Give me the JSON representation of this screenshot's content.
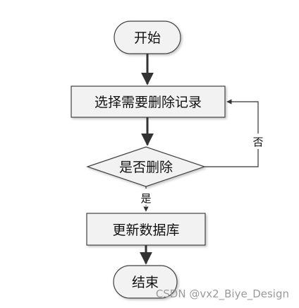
{
  "diagram": {
    "nodes": {
      "start": {
        "label": "开始",
        "shape": "terminal"
      },
      "select": {
        "label": "选择需要删除记录",
        "shape": "process"
      },
      "decision": {
        "label": "是否删除",
        "shape": "decision"
      },
      "update": {
        "label": "更新数据库",
        "shape": "process"
      },
      "end": {
        "label": "结束",
        "shape": "terminal"
      }
    },
    "edges": {
      "yes_label": "是",
      "no_label": "否"
    },
    "colors": {
      "node_fill": "#f2f2f2",
      "node_stroke": "#404040",
      "arrow": "#333333",
      "line": "#333333"
    }
  },
  "watermark": {
    "text": "CSDN @vx2_Biye_Design"
  }
}
